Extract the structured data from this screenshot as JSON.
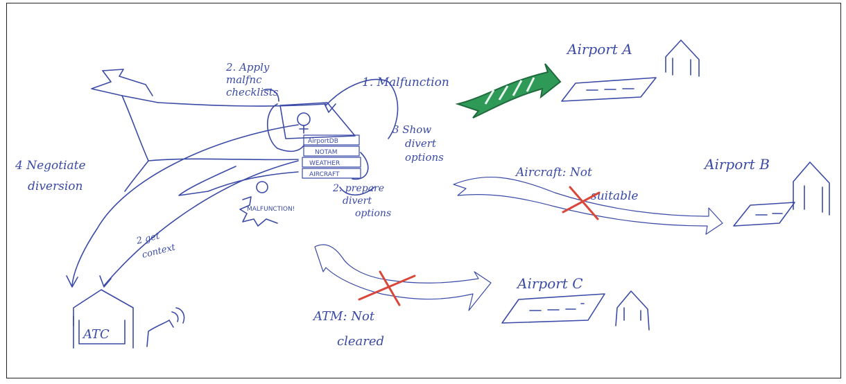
{
  "labels": {
    "malfunction_step": "1. Malfunction",
    "apply_line1": "2. Apply",
    "apply_line2": "malfnc",
    "apply_line3": "checklists",
    "prepare_line1": "2. prepare",
    "prepare_line2": "divert",
    "prepare_line3": "options",
    "show_line1": "3  Show",
    "show_line2": "divert",
    "show_line3": "options",
    "negotiate_line1": "4  Negotiate",
    "negotiate_line2": "diversion",
    "getcontext_line1": "2 get",
    "getcontext_line2": "context",
    "malfunction_burst": "MALFUNCTION!",
    "airport_a": "Airport  A",
    "airport_b": "Airport  B",
    "airport_c": "Airport  C",
    "aircraft_line1": "Aircraft: Not",
    "aircraft_line2": "suitable",
    "atm_line1": "ATM: Not",
    "atm_line2": "cleared",
    "atc": "ATC"
  },
  "stack_items": [
    "AirportDB",
    "NOTAM",
    "WEATHER",
    "AIRCRAFT"
  ],
  "colors": {
    "ink": "#3a4aa6",
    "green": "#1f8a4c",
    "cross": "#d9463a"
  }
}
